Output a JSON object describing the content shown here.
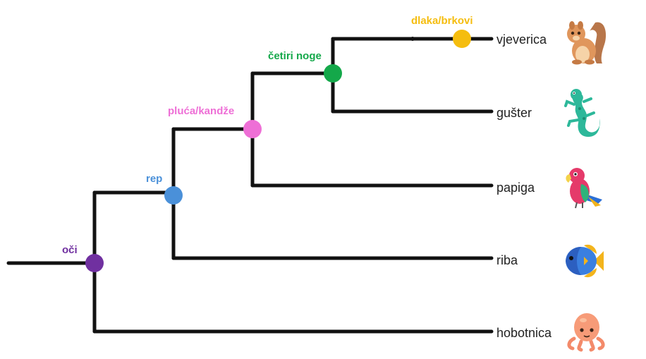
{
  "tree": {
    "taxa": [
      {
        "id": "vjeverica",
        "label": "vjeverica",
        "icon": "squirrel-icon"
      },
      {
        "id": "guster",
        "label": "gušter",
        "icon": "lizard-icon"
      },
      {
        "id": "papiga",
        "label": "papiga",
        "icon": "parrot-icon"
      },
      {
        "id": "riba",
        "label": "riba",
        "icon": "fish-icon"
      },
      {
        "id": "hobotnica",
        "label": "hobotnica",
        "icon": "octopus-icon"
      }
    ],
    "traits": [
      {
        "id": "oci",
        "label": "oči",
        "color": "#7030a0"
      },
      {
        "id": "rep",
        "label": "rep",
        "color": "#4a90d9"
      },
      {
        "id": "pluca",
        "label": "pluća/kandže",
        "color": "#ee6fd6"
      },
      {
        "id": "noge",
        "label": "četiri noge",
        "color": "#14a84a"
      },
      {
        "id": "dlaka",
        "label": "dlaka/brkovi",
        "color": "#f5bd0f"
      }
    ]
  }
}
